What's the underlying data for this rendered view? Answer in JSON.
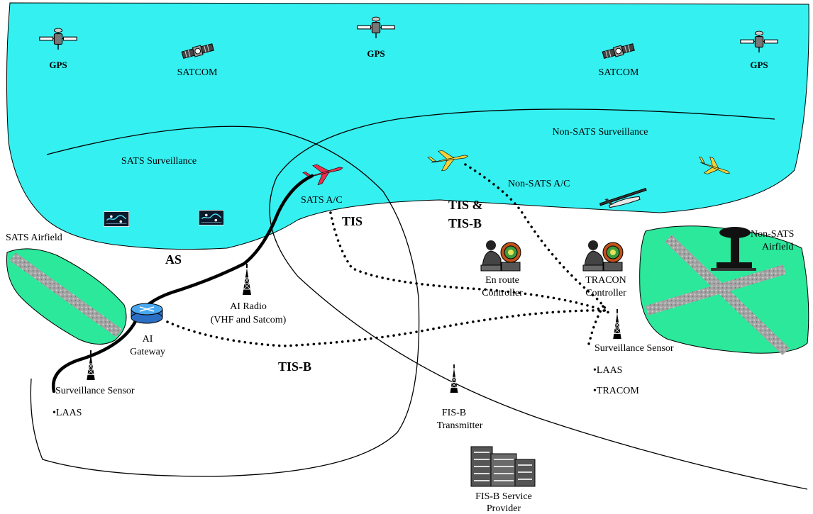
{
  "colors": {
    "sky": "#35f0f0",
    "airfield": "#2be89b",
    "runway": "#9a9a9a",
    "aircraft_sats": "#e8304c",
    "aircraft_non_sats": "#f0d23a",
    "link": "#000000"
  },
  "satellites": [
    {
      "label": "GPS",
      "icon": "satellite-icon"
    },
    {
      "label": "SATCOM",
      "icon": "satcom-satellite-icon"
    },
    {
      "label": "GPS",
      "icon": "satellite-icon"
    },
    {
      "label": "SATCOM",
      "icon": "satcom-satellite-icon"
    },
    {
      "label": "GPS",
      "icon": "satellite-icon"
    }
  ],
  "regions": {
    "sats_surveillance": "SATS Surveillance",
    "non_sats_surveillance": "Non-SATS Surveillance"
  },
  "aircraft": {
    "sats": "SATS A/C",
    "non_sats": "Non-SATS A/C"
  },
  "airfields": {
    "sats": "SATS Airfield",
    "non_sats_line1": "Non-SATS",
    "non_sats_line2": "Airfield"
  },
  "links": {
    "as": "AS",
    "tis": "TIS",
    "tis_tisb_line1": "TIS &",
    "tis_tisb_line2": "TIS-B",
    "tisb": "TIS-B"
  },
  "nodes": {
    "ai_radio_line1": "AI Radio",
    "ai_radio_line2": "(VHF and Satcom)",
    "ai_gateway_line1": "AI",
    "ai_gateway_line2": "Gateway",
    "enroute_line1": "En route",
    "enroute_line2": "Controller",
    "tracon_line1": "TRACON",
    "tracon_line2": "Controller",
    "left_sensor": "Surveillance Sensor",
    "left_sensor_items": [
      "•LAAS"
    ],
    "right_sensor": "Surveillance Sensor",
    "right_sensor_items": [
      "•LAAS",
      "•TRACOM"
    ],
    "fisb_tx_line1": "FIS-B",
    "fisb_tx_line2": "Transmitter",
    "fisb_sp_line1": "FIS-B Service",
    "fisb_sp_line2": "Provider"
  }
}
